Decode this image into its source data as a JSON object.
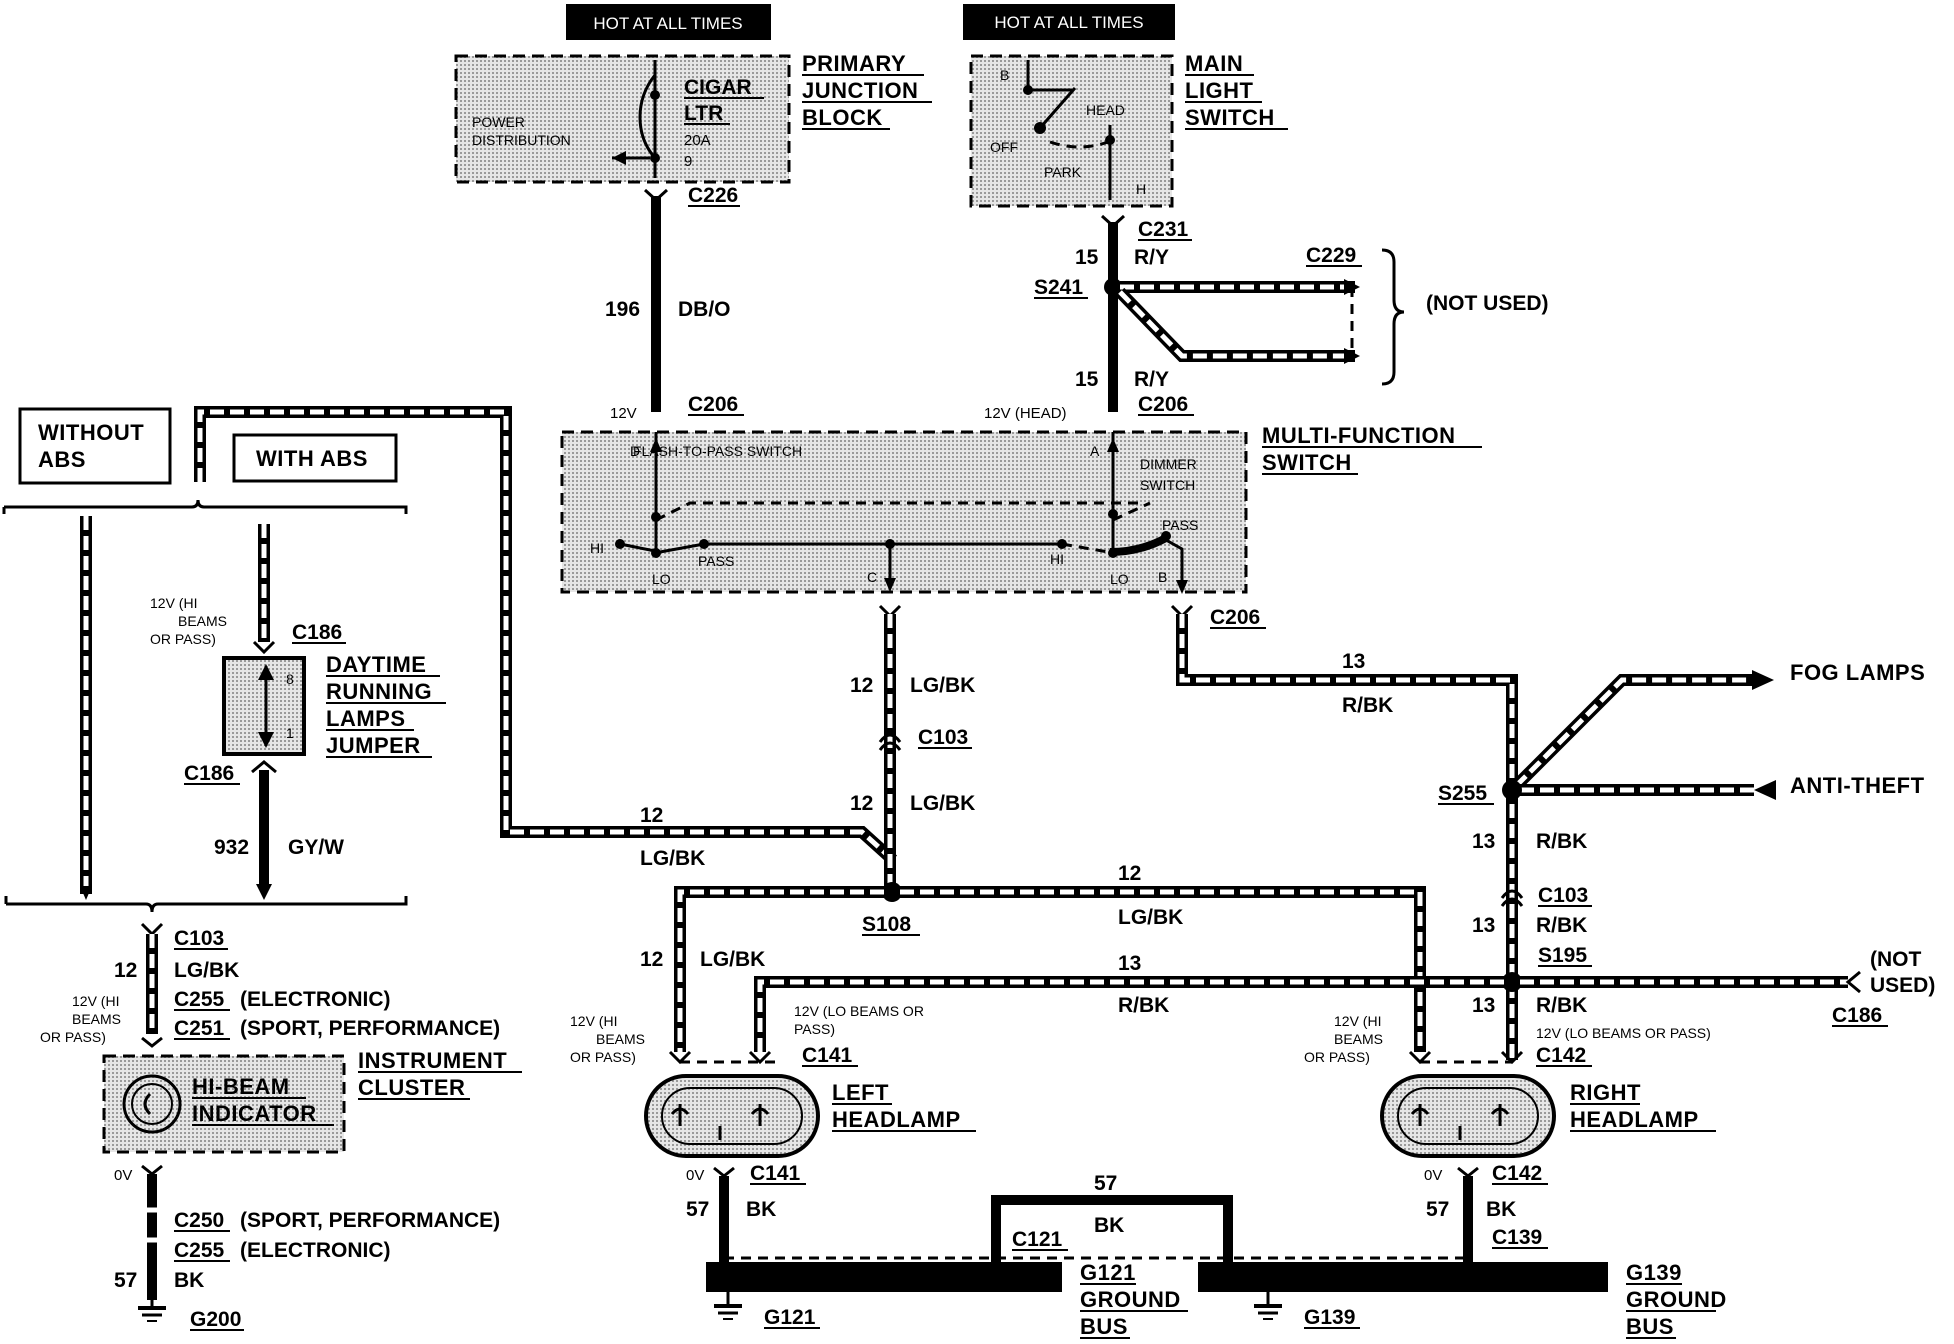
{
  "hot_labels": {
    "left": "HOT AT ALL TIMES",
    "right": "HOT AT ALL TIMES"
  },
  "components": {
    "primary_junction_block": {
      "title": [
        "PRIMARY",
        "JUNCTION",
        "BLOCK"
      ],
      "inner": [
        "POWER",
        "DISTRIBUTION"
      ],
      "fuse": [
        "CIGAR",
        "LTR",
        "20A",
        "9"
      ]
    },
    "main_light_switch": {
      "title": [
        "MAIN",
        "LIGHT",
        "SWITCH"
      ],
      "positions": [
        "B",
        "OFF",
        "HEAD",
        "PARK",
        "H"
      ]
    },
    "multi_function_switch": {
      "title": [
        "MULTI-FUNCTION",
        "SWITCH"
      ],
      "labels": [
        "FLASH-TO-PASS SWITCH",
        "DIMMER",
        "SWITCH",
        "PASS",
        "PASS",
        "HI",
        "LO",
        "HI",
        "LO",
        "D",
        "A",
        "C",
        "B"
      ]
    },
    "drl_jumper": {
      "title": [
        "DAYTIME",
        "RUNNING",
        "LAMPS",
        "JUMPER"
      ],
      "pins": [
        "8",
        "1"
      ]
    },
    "instrument_cluster": {
      "title": [
        "INSTRUMENT",
        "CLUSTER"
      ],
      "inner": [
        "HI-BEAM",
        "INDICATOR"
      ]
    },
    "left_headlamp": {
      "title": [
        "LEFT",
        "HEADLAMP"
      ]
    },
    "right_headlamp": {
      "title": [
        "RIGHT",
        "HEADLAMP"
      ]
    },
    "g121_bus": {
      "title": [
        "G121",
        "GROUND",
        "BUS"
      ]
    },
    "g139_bus": {
      "title": [
        "G139",
        "GROUND",
        "BUS"
      ]
    },
    "without_abs": [
      "WITHOUT",
      "ABS"
    ],
    "with_abs": "WITH ABS",
    "not_used_top": "(NOT USED)",
    "not_used_right": [
      "(NOT",
      "USED)"
    ],
    "fog_lamps": "FOG LAMPS",
    "anti_theft": "ANTI-THEFT"
  },
  "connectors": {
    "c226": "C226",
    "c231": "C231",
    "c229": "C229",
    "s241": "S241",
    "c206_left": "C206",
    "c206_right": "C206",
    "c206_lower": "C206",
    "c186_upper": "C186",
    "c186_lower": "C186",
    "c186_right": "C186",
    "c103_left": "C103",
    "c103_mid": "C103",
    "c103_right": "C103",
    "c255_e": "C255",
    "c251": "C251",
    "c250": "C250",
    "c255_b": "C255",
    "g200": "G200",
    "s108": "S108",
    "s255": "S255",
    "s195": "S195",
    "c141_top": "C141",
    "c141_bot": "C141",
    "c142_top": "C142",
    "c142_bot": "C142",
    "c121": "C121",
    "c139": "C139",
    "g121": "G121",
    "g139": "G139"
  },
  "connector_notes": {
    "electronic": "(ELECTRONIC)",
    "sport_perf": "(SPORT, PERFORMANCE)",
    "sport_perf_b": "(SPORT, PERFORMANCE)",
    "electronic_b": "(ELECTRONIC)"
  },
  "wires": {
    "w196": {
      "num": "196",
      "color": "DB/O"
    },
    "w15a": {
      "num": "15",
      "color": "R/Y"
    },
    "w15b": {
      "num": "15",
      "color": "R/Y"
    },
    "w12_mid1": {
      "num": "12",
      "color": "LG/BK"
    },
    "w12_mid2": {
      "num": "12",
      "color": "LG/BK"
    },
    "w12_left": {
      "num": "12",
      "color": "LG/BK"
    },
    "w12_s108_right": {
      "num": "12",
      "color": "LG/BK"
    },
    "w12_s108_down": {
      "num": "12",
      "color": "LG/BK"
    },
    "w12_cluster": {
      "num": "12",
      "color": "LG/BK"
    },
    "w13_top": {
      "num": "13",
      "color": "R/BK"
    },
    "w13_s255": {
      "num": "13",
      "color": "R/BK"
    },
    "w13_c103": {
      "num": "13",
      "color": "R/BK"
    },
    "w13_mid": {
      "num": "13",
      "color": "R/BK"
    },
    "w13_s195": {
      "num": "13",
      "color": "R/BK"
    },
    "w932": {
      "num": "932",
      "color": "GY/W"
    },
    "w57_left": {
      "num": "57",
      "color": "BK"
    },
    "w57_cluster": {
      "num": "57",
      "color": "BK"
    },
    "w57_top": {
      "num": "57",
      "color": "BK"
    },
    "w57_right": {
      "num": "57",
      "color": "BK"
    }
  },
  "voltages": {
    "v12_c206": "12V",
    "v12_head": "12V (HEAD)",
    "hi_pass_drl": [
      "12V (HI",
      "BEAMS",
      "OR PASS)"
    ],
    "hi_pass_cluster": [
      "12V (HI",
      "BEAMS",
      "OR PASS)"
    ],
    "hi_pass_left": [
      "12V (HI",
      "BEAMS",
      "OR PASS)"
    ],
    "lo_left": [
      "12V (LO BEAMS OR",
      "PASS)"
    ],
    "hi_pass_right": [
      "12V (HI",
      "BEAMS",
      "OR PASS)"
    ],
    "lo_right": "12V (LO BEAMS OR PASS)",
    "ov_cluster": "0V",
    "ov_left": "0V",
    "ov_right": "0V"
  }
}
